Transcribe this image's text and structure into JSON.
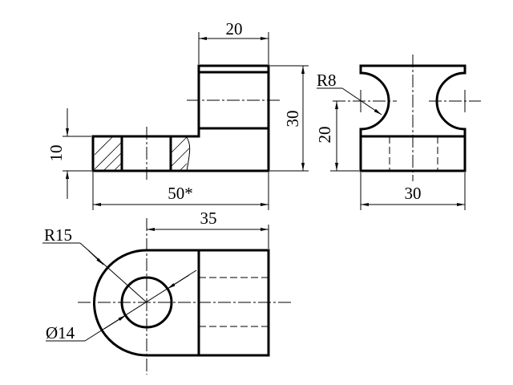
{
  "drawing": {
    "front_view": {
      "dim_top_width": "20",
      "dim_height": "30",
      "dim_flange_height": "10",
      "dim_total_length": "50*"
    },
    "side_view": {
      "dim_radius": "R8",
      "dim_center_height": "20",
      "dim_width": "30"
    },
    "top_view": {
      "dim_length": "35",
      "dim_radius": "R15",
      "dim_hole_diameter": "Ø14"
    },
    "colors": {
      "line": "#000000",
      "background": "#ffffff"
    }
  }
}
